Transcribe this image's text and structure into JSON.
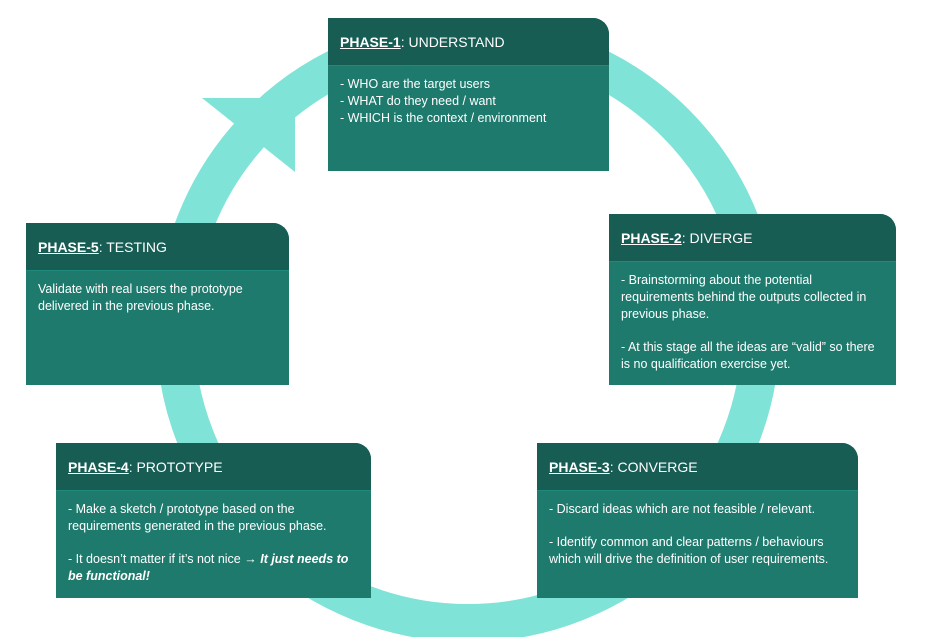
{
  "colors": {
    "ring": "#80e3d7",
    "card": "#1e7a6d",
    "card_header": "#175d54",
    "text": "#ffffff"
  },
  "phases": [
    {
      "label": "PHASE-1",
      "name": ": UNDERSTAND",
      "lines": [
        "- WHO are the target users",
        "- WHAT do they need / want",
        "- WHICH is the context / environment"
      ]
    },
    {
      "label": "PHASE-2",
      "name": ": DIVERGE",
      "para1": "- Brainstorming about the potential requirements behind the outputs collected in previous phase.",
      "para2": "- At this stage all the ideas are “valid” so there is no qualification exercise yet."
    },
    {
      "label": "PHASE-3",
      "name": ": CONVERGE",
      "para1": "- Discard ideas which are not feasible / relevant.",
      "para2": "- Identify common and clear patterns / behaviours which will drive the definition of user requirements."
    },
    {
      "label": "PHASE-4",
      "name": ": PROTOTYPE",
      "para1": "- Make a sketch / prototype based on the requirements generated in the previous phase.",
      "para2_plain": "- It doesn’t matter if it’s not  nice → ",
      "para2_emph": "It just needs to be functional!"
    },
    {
      "label": "PHASE-5",
      "name": ": TESTING",
      "para1": "Validate with real users the prototype delivered in the previous phase."
    }
  ]
}
